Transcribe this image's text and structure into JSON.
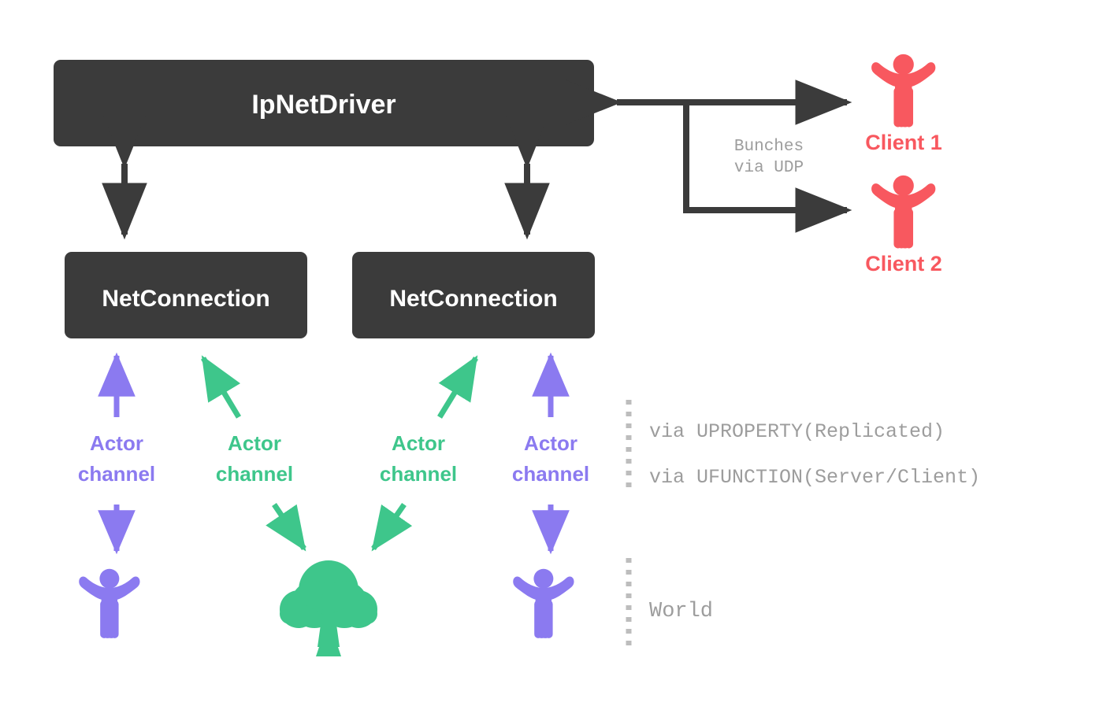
{
  "diagram": {
    "title_nodes": {
      "net_driver": "IpNetDriver",
      "net_connection_1": "NetConnection",
      "net_connection_2": "NetConnection"
    },
    "clients": [
      {
        "label": "Client 1",
        "icon": "person-icon",
        "color": "#f8585f"
      },
      {
        "label": "Client 2",
        "icon": "person-icon",
        "color": "#f8585f"
      }
    ],
    "transport": {
      "label_line_1": "Bunches",
      "label_line_2": "via UDP",
      "color": "#9d9d9d"
    },
    "channels": [
      {
        "label_line_1": "Actor",
        "label_line_2": "channel",
        "color": "#8b7af0"
      },
      {
        "label_line_1": "Actor",
        "label_line_2": "channel",
        "color": "#3ec68b"
      },
      {
        "label_line_1": "Actor",
        "label_line_2": "channel",
        "color": "#3ec68b"
      },
      {
        "label_line_1": "Actor",
        "label_line_2": "channel",
        "color": "#8b7af0"
      }
    ],
    "world_actors": [
      {
        "icon": "person-icon",
        "color": "#8b7af0"
      },
      {
        "icon": "tree-icon",
        "color": "#3ec68b"
      },
      {
        "icon": "person-icon",
        "color": "#8b7af0"
      }
    ],
    "legend": {
      "replication_lines": [
        "via UPROPERTY(Replicated)",
        "via UFUNCTION(Server/Client)"
      ],
      "world_label": "World"
    },
    "colors": {
      "box_fill": "#3b3b3b",
      "box_text": "#ffffff",
      "arrow_dark": "#3b3b3b",
      "purple": "#8b7af0",
      "green": "#3ec68b",
      "red": "#f8585f",
      "gray_text": "#9d9d9d",
      "dash_gray": "#bdbdbd",
      "background": "#ffffff"
    }
  }
}
